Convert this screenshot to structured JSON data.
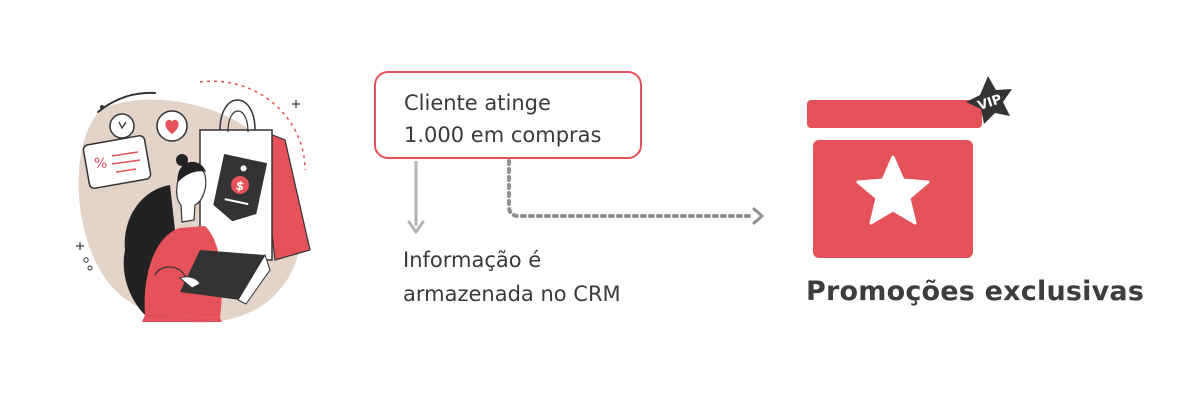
{
  "event_box": {
    "line1": "Cliente atinge",
    "line2": "1.000 em compras"
  },
  "storage": {
    "line1": "Informação é",
    "line2": "armazenada no CRM"
  },
  "promo": {
    "badge": "VIP",
    "title": "Promoções exclusivas"
  },
  "icons": {
    "price_tag_symbol": "$",
    "discount_card_symbol": "%"
  },
  "colors": {
    "accent": "#e5525a",
    "dark": "#333333",
    "blob": "#e3d3c8",
    "arrow_gray": "#b3b3b3",
    "dotted_gray": "#8f8f8f"
  }
}
